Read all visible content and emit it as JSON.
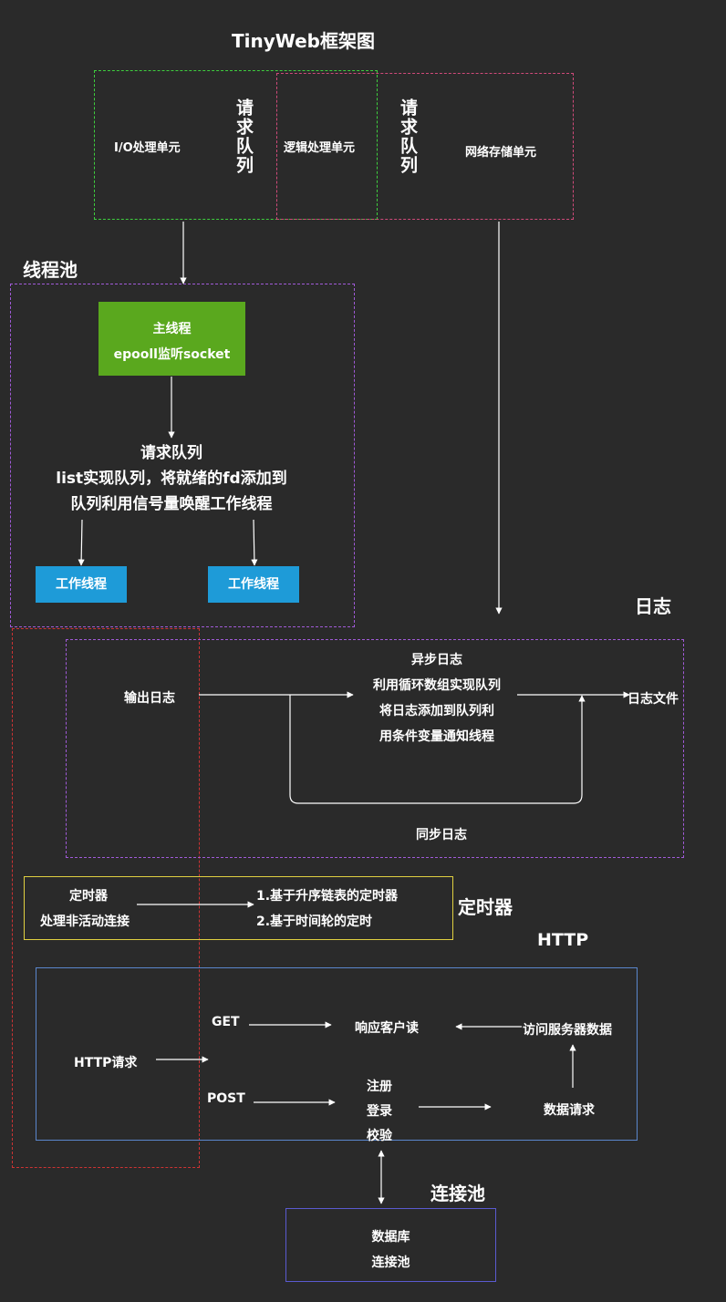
{
  "title": "TinyWeb框架图",
  "top": {
    "io_unit": "I/O处理单元",
    "queue_label_1": "请求队列",
    "logic_unit": "逻辑处理单元",
    "queue_label_2": "请求队列",
    "net_storage_unit": "网络存储单元"
  },
  "threadpool": {
    "section_title": "线程池",
    "main_thread_line1": "主线程",
    "main_thread_line2": "epooll监听socket",
    "queue_line1": "请求队列",
    "queue_line2": "list实现队列，将就绪的fd添加到",
    "queue_line3": "队列利用信号量唤醒工作线程",
    "worker_1": "工作线程",
    "worker_2": "工作线程"
  },
  "log": {
    "section_title": "日志",
    "output_log": "输出日志",
    "async_line1": "异步日志",
    "async_line2": "利用循环数组实现队列",
    "async_line3": "将日志添加到队列利",
    "async_line4": "用条件变量通知线程",
    "log_file": "日志文件",
    "sync_log": "同步日志"
  },
  "timer": {
    "section_title": "定时器",
    "left_line1": "定时器",
    "left_line2": "处理非活动连接",
    "right_line1": "1.基于升序链表的定时器",
    "right_line2": "2.基于时间轮的定时"
  },
  "http": {
    "section_title": "HTTP",
    "http_request": "HTTP请求",
    "get": "GET",
    "post": "POST",
    "respond_client": "响应客户读",
    "access_server_data": "访问服务器数据",
    "register": "注册",
    "login": "登录",
    "verify": "校验",
    "data_request": "数据请求"
  },
  "pool": {
    "section_title": "连接池",
    "db_line1": "数据库",
    "db_line2": "连接池"
  },
  "colors": {
    "background": "#2a2a2a",
    "green_dash": "#3ecf3e",
    "pink_dash": "#d04a7a",
    "purple_dash": "#a05ad8",
    "red_dash": "#cc3333",
    "timer_border": "#e0d040",
    "http_border": "#5a86cc",
    "pool_border": "#5a5ad0",
    "main_thread_fill": "#5aa81e",
    "worker_fill": "#1e9bd8"
  }
}
